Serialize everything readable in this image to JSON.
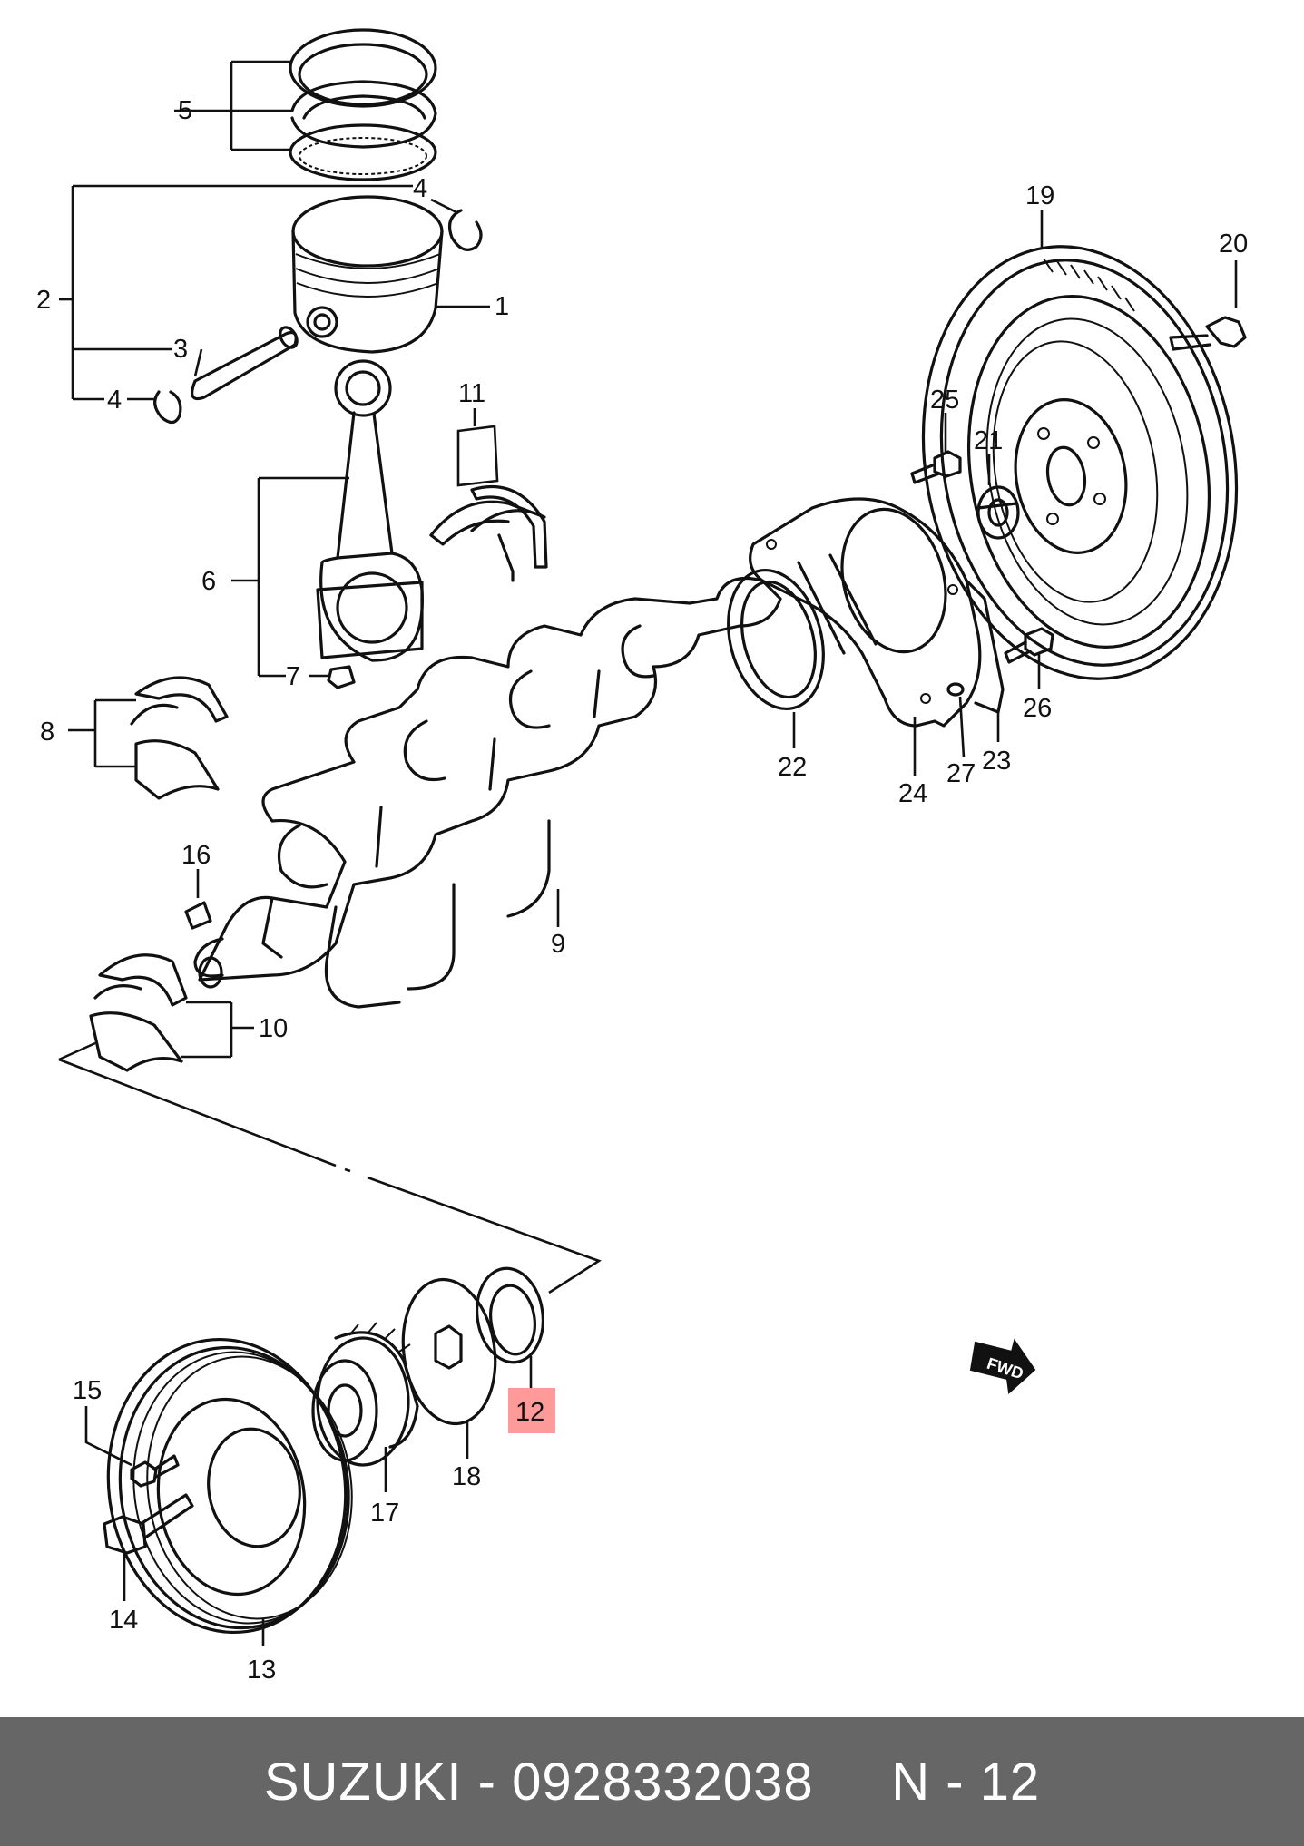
{
  "diagram": {
    "parts": [
      {
        "id": "1",
        "label": "1"
      },
      {
        "id": "2",
        "label": "2"
      },
      {
        "id": "3",
        "label": "3"
      },
      {
        "id": "4a",
        "label": "4"
      },
      {
        "id": "4b",
        "label": "4"
      },
      {
        "id": "5",
        "label": "5"
      },
      {
        "id": "6",
        "label": "6"
      },
      {
        "id": "7",
        "label": "7"
      },
      {
        "id": "8",
        "label": "8"
      },
      {
        "id": "9",
        "label": "9"
      },
      {
        "id": "10",
        "label": "10"
      },
      {
        "id": "11",
        "label": "11"
      },
      {
        "id": "12",
        "label": "12",
        "highlighted": true
      },
      {
        "id": "13",
        "label": "13"
      },
      {
        "id": "14",
        "label": "14"
      },
      {
        "id": "15",
        "label": "15"
      },
      {
        "id": "16",
        "label": "16"
      },
      {
        "id": "17",
        "label": "17"
      },
      {
        "id": "18",
        "label": "18"
      },
      {
        "id": "19",
        "label": "19"
      },
      {
        "id": "20",
        "label": "20"
      },
      {
        "id": "21",
        "label": "21"
      },
      {
        "id": "22",
        "label": "22"
      },
      {
        "id": "23",
        "label": "23"
      },
      {
        "id": "24",
        "label": "24"
      },
      {
        "id": "25",
        "label": "25"
      },
      {
        "id": "26",
        "label": "26"
      },
      {
        "id": "27",
        "label": "27"
      }
    ],
    "fwd_marker": "FWD",
    "highlight_color": "#ff9a9a"
  },
  "footer": {
    "text": "SUZUKI - 0928332038     N - 12",
    "background": "#666666"
  }
}
